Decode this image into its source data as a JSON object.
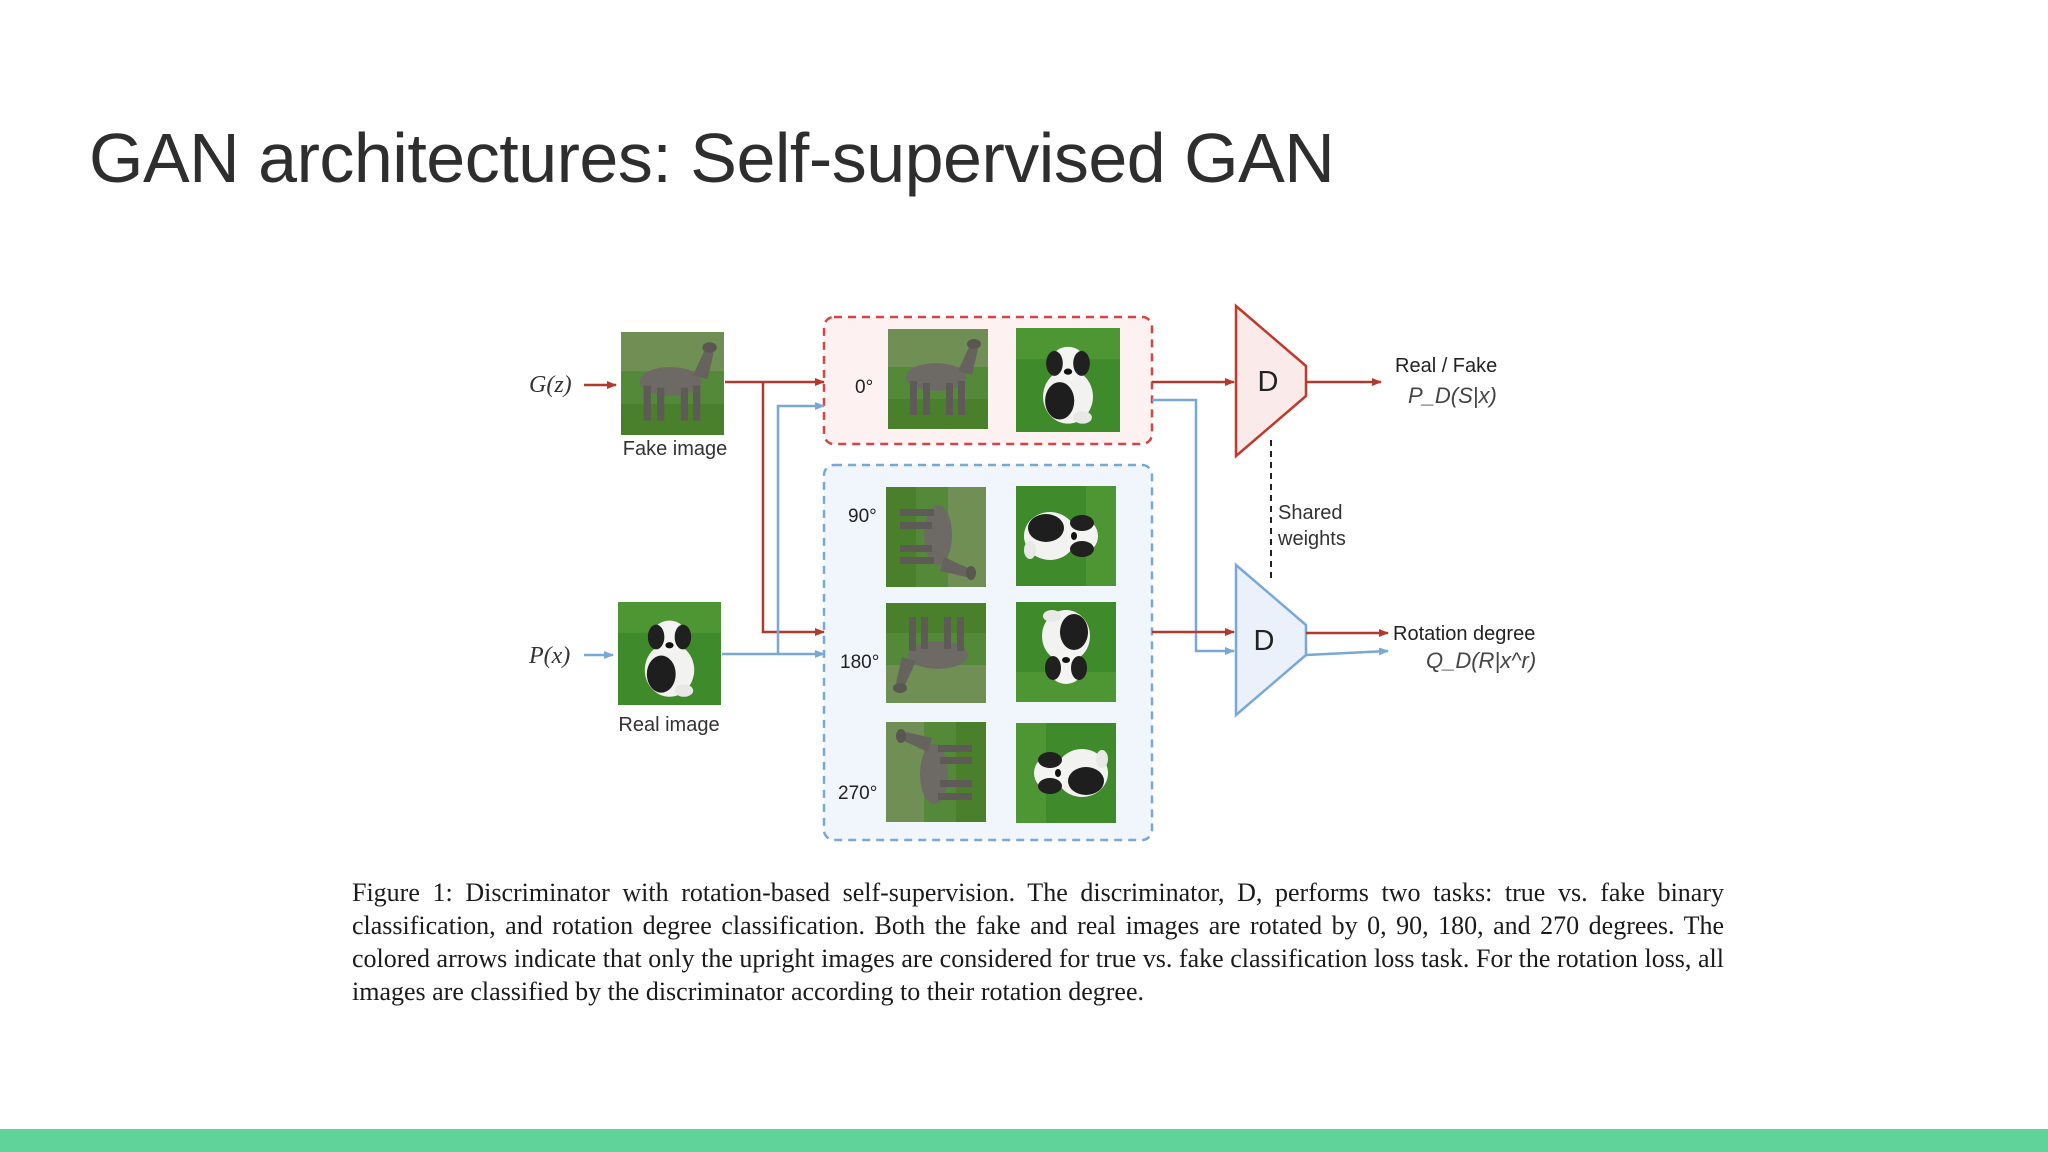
{
  "slide": {
    "title": "GAN architectures: Self-supervised GAN"
  },
  "figure": {
    "generator_input": "G(z)",
    "real_input": "P(x)",
    "fake_image_label": "Fake image",
    "real_image_label": "Real image",
    "rotations": [
      "0°",
      "90°",
      "180°",
      "270°"
    ],
    "discriminator_label": "D",
    "shared_weights_line1": "Shared",
    "shared_weights_line2": "weights",
    "output_top_label": "Real / Fake",
    "output_top_formula": "P_D(S|x)",
    "output_bottom_label": "Rotation degree",
    "output_bottom_formula": "Q_D(R|x^r)",
    "colors": {
      "fake_path": "#b03a2e",
      "real_path": "#7aa8d6",
      "upright_box": "#d64545",
      "rotated_box": "#7aa8d6",
      "grass": "#4a8a2c"
    }
  },
  "caption": "Figure 1: Discriminator with rotation-based self-supervision. The discriminator, D, performs two tasks: true vs. fake binary classification, and rotation degree classification. Both the fake and real images are rotated by 0, 90, 180, and 270 degrees. The colored arrows indicate that only the upright images are considered for true vs. fake classification loss task. For the rotation loss, all images are classified by the discriminator according to their rotation degree."
}
